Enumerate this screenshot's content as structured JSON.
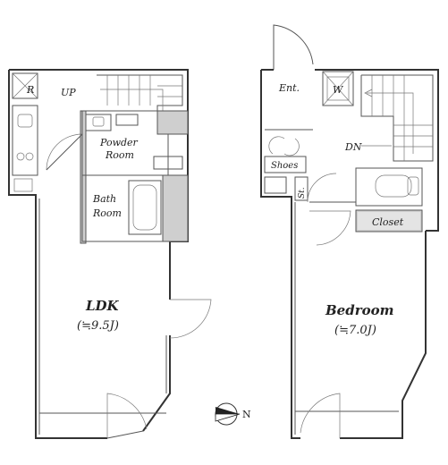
{
  "floor_plan": {
    "unit_left": {
      "labels": {
        "fridge": "R",
        "up": "UP",
        "powder_line1": "Powder",
        "powder_line2": "Room",
        "bath_line1": "Bath",
        "bath_line2": "Room",
        "room": "LDK",
        "size": "(≒9.5J)"
      }
    },
    "unit_right": {
      "labels": {
        "entrance": "Ent.",
        "washer": "W",
        "down": "DN",
        "shoes": "Shoes",
        "storage": "St.",
        "closet": "Closet",
        "room": "Bedroom",
        "size": "(≒7.0J)"
      }
    },
    "compass": {
      "letter": "N"
    }
  }
}
